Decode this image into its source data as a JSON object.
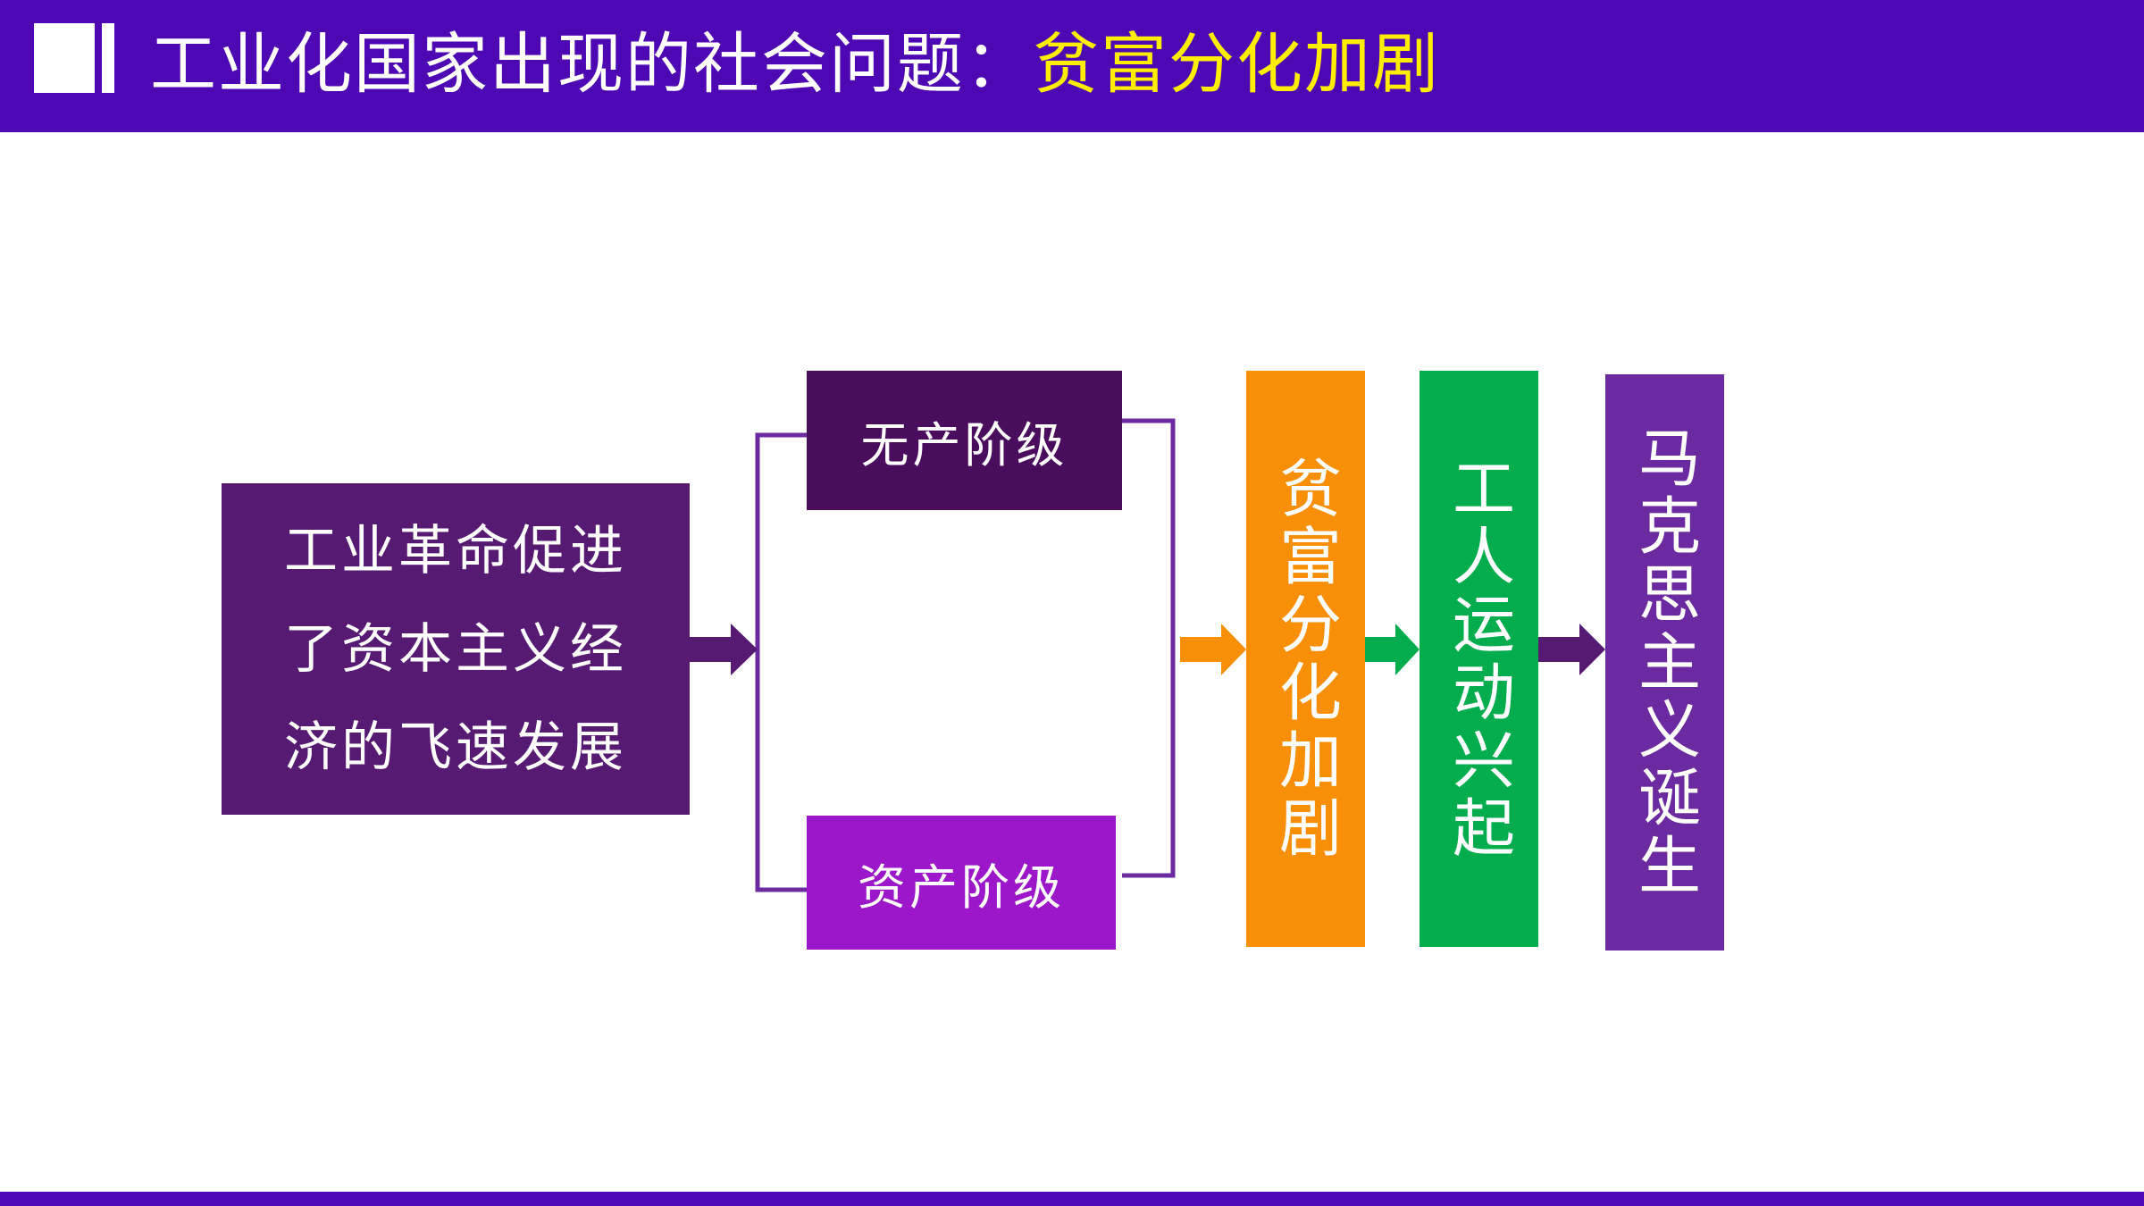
{
  "header": {
    "title_main": "工业化国家出现的社会问题：",
    "title_highlight": "贫富分化加剧"
  },
  "diagram": {
    "start_box": {
      "lines": [
        "工业革命促进",
        "了资本主义经",
        "济的飞速发展"
      ]
    },
    "class_boxes": {
      "proletariat": "无产阶级",
      "bourgeoisie": "资产阶级"
    },
    "chain": [
      {
        "label": "贫富分化加剧"
      },
      {
        "label": "工人运动兴起"
      },
      {
        "label": "马克思主义诞生"
      }
    ]
  },
  "colors": {
    "header_bg": "#4d07b3",
    "title_highlight": "#ffee00",
    "start_box": "#571a73",
    "proletariat_box": "#4a0d5e",
    "bourgeoisie_box": "#9b17c9",
    "gap_box": "#f98e07",
    "labor_box": "#03ad4d",
    "marx_box": "#6b2aa0",
    "bracket_line": "#6b2aa0",
    "arrow_dark": "#571a73",
    "arrow_orange": "#f98e07",
    "arrow_green": "#03ad4d"
  },
  "icons": [
    "slide-logo-icon",
    "arrow-right-icon",
    "bracket-icon"
  ]
}
